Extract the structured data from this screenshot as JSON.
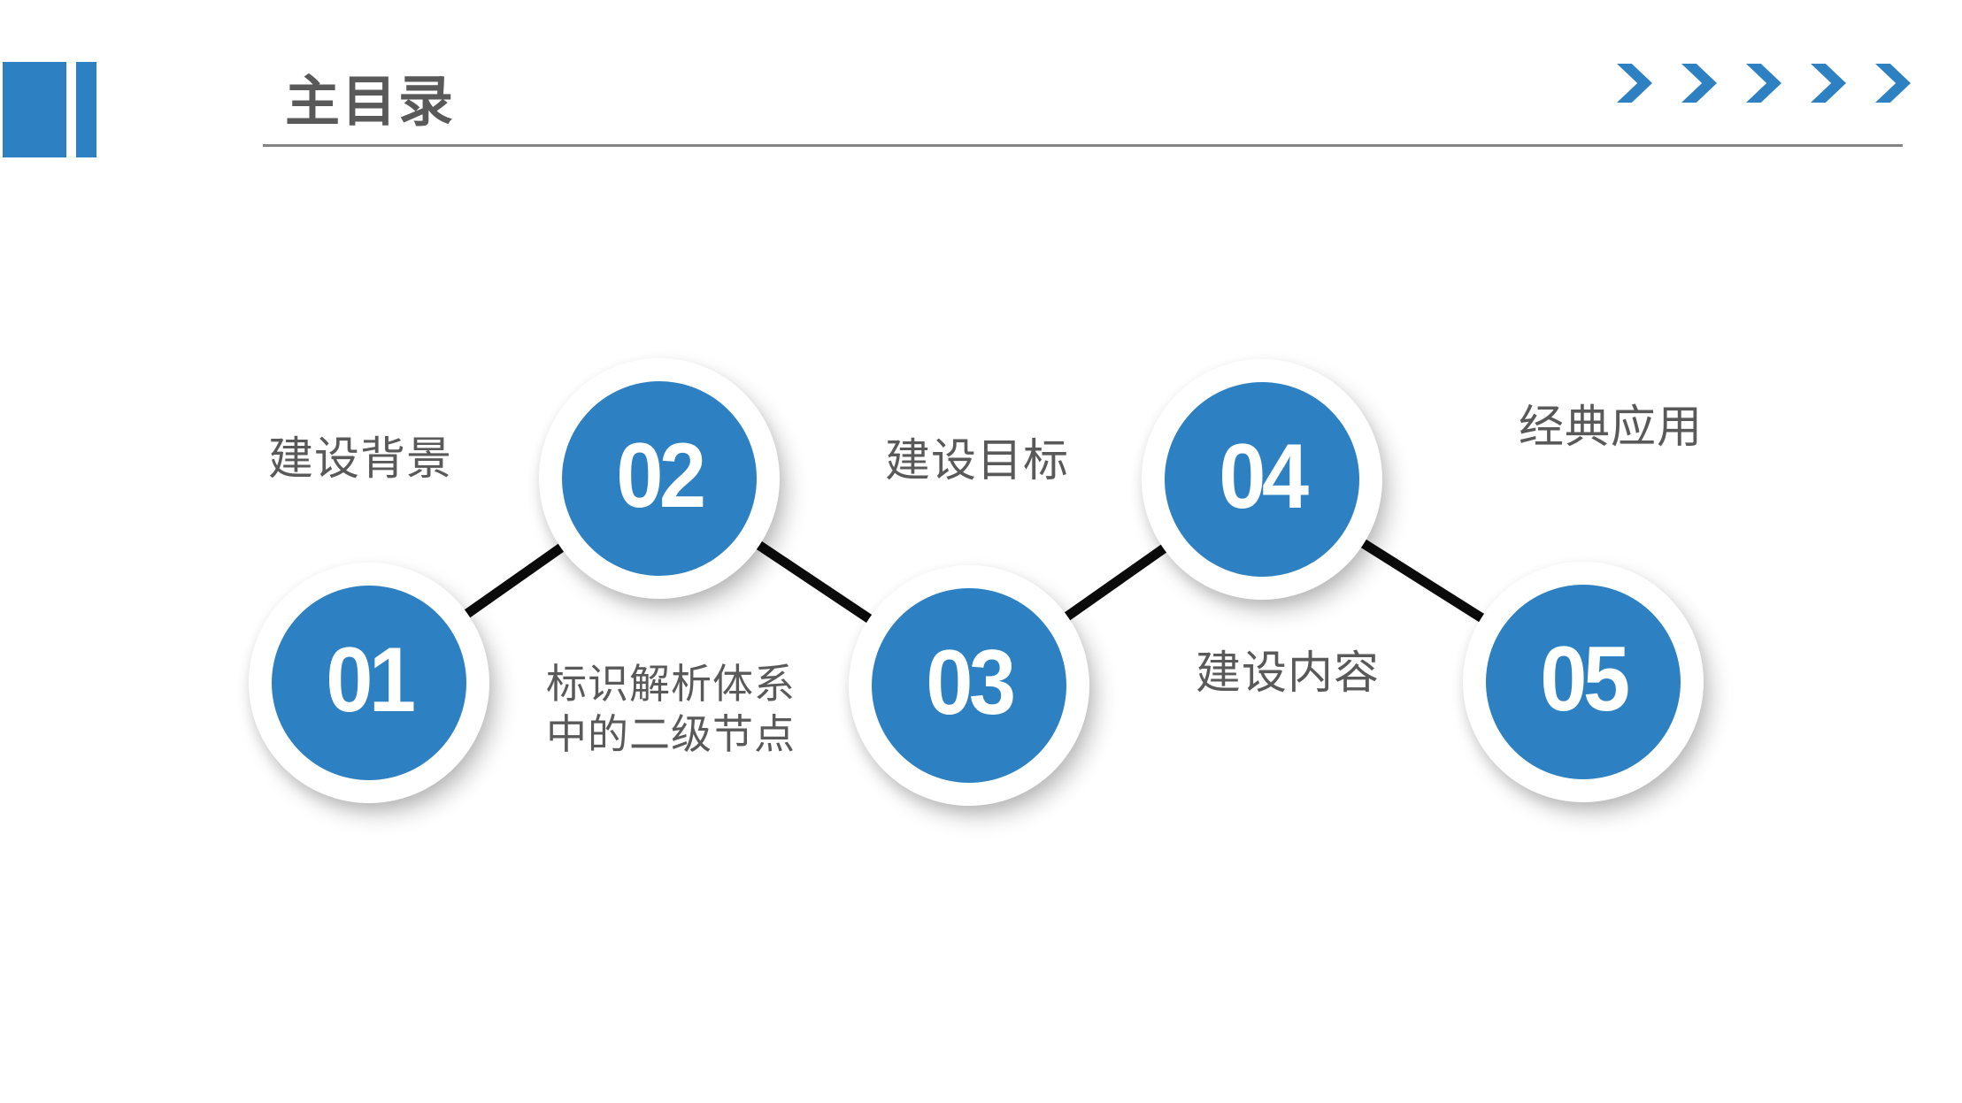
{
  "colors": {
    "accent": "#2d81c2",
    "title_text": "#595959",
    "label_text": "#595959",
    "connector": "#0b0b0b",
    "divider": "#848484",
    "node_number": "#ffffff"
  },
  "header": {
    "title": "主目录",
    "chevron_icon_count": 5
  },
  "diagram": {
    "type": "numbered-zigzag-flow",
    "nodes": [
      {
        "number": "01",
        "label": "建设背景"
      },
      {
        "number": "02",
        "label": "标识解析体系\n中的二级节点"
      },
      {
        "number": "03",
        "label": "建设目标"
      },
      {
        "number": "04",
        "label": "建设内容"
      },
      {
        "number": "05",
        "label": "经典应用"
      }
    ]
  }
}
